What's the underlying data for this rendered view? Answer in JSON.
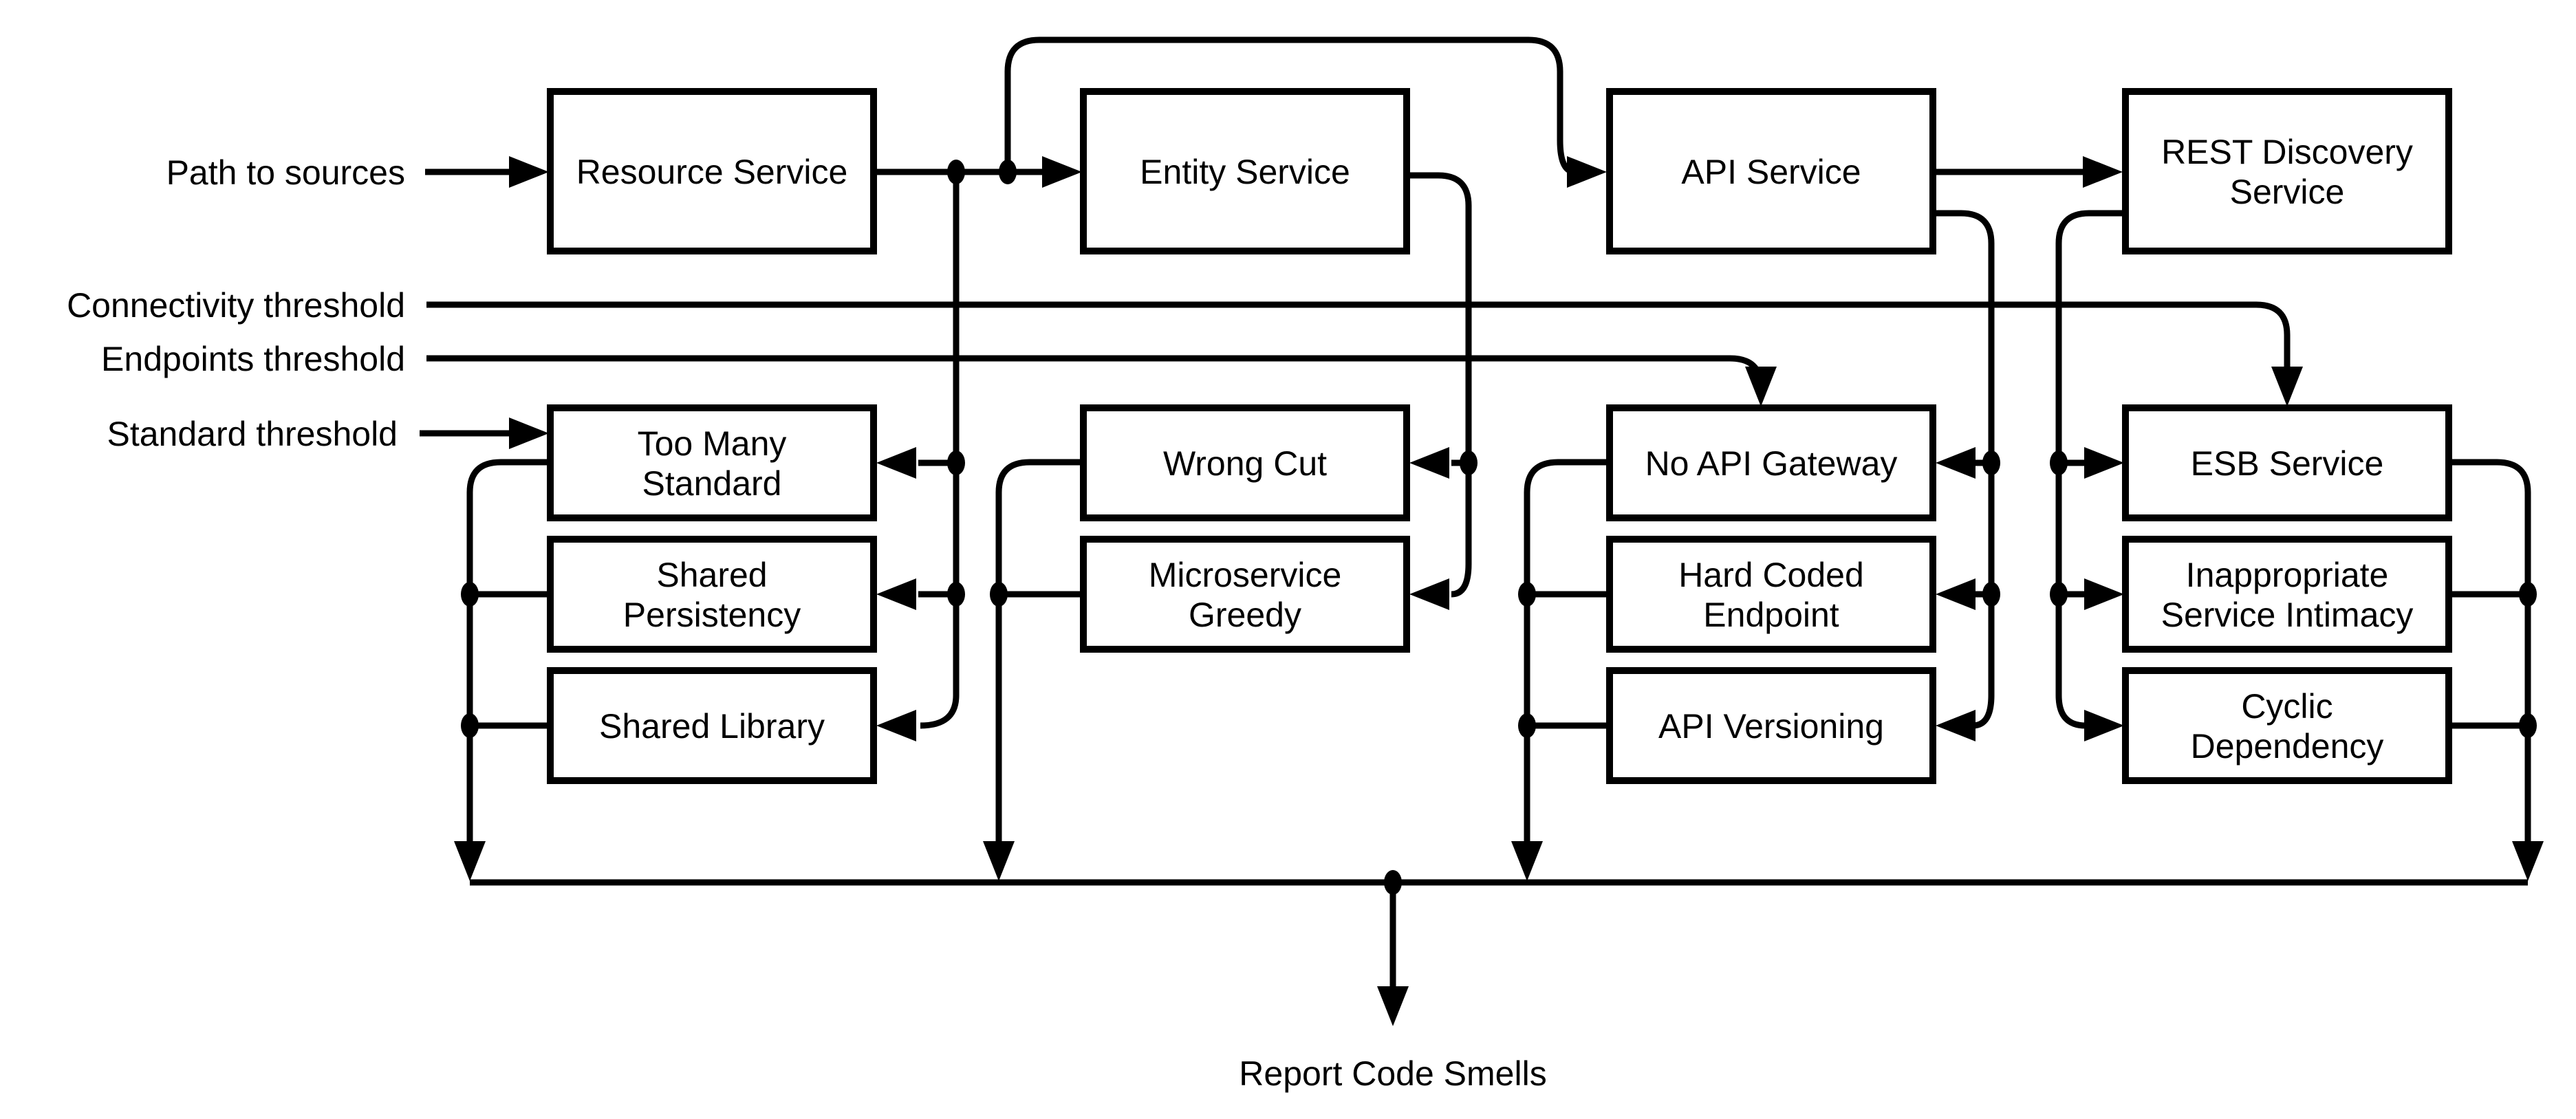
{
  "colors": {
    "line": "#000000",
    "background": "#ffffff",
    "box_fill": "#ffffff"
  },
  "inputs": {
    "path_to_sources": "Path to sources",
    "connectivity_threshold": "Connectivity threshold",
    "endpoints_threshold": "Endpoints threshold",
    "standard_threshold": "Standard threshold"
  },
  "output": {
    "report": "Report Code Smells"
  },
  "services": {
    "resource": "Resource Service",
    "entity": "Entity Service",
    "api": "API Service",
    "rest_line1": "REST Discovery",
    "rest_line2": "Service"
  },
  "smells": {
    "too_many_1": "Too Many",
    "too_many_2": "Standard",
    "shared_persistency_1": "Shared",
    "shared_persistency_2": "Persistency",
    "shared_library": "Shared Library",
    "wrong_cut": "Wrong Cut",
    "microservice_greedy_1": "Microservice",
    "microservice_greedy_2": "Greedy",
    "no_api_gateway": "No API Gateway",
    "hard_coded_1": "Hard Coded",
    "hard_coded_2": "Endpoint",
    "api_versioning": "API Versioning",
    "esb": "ESB Service",
    "isi_1": "Inappropriate",
    "isi_2": "Service Intimacy",
    "cyclic_1": "Cyclic",
    "cyclic_2": "Dependency"
  },
  "edges": [
    {
      "from": "Path to sources",
      "to": "Resource Service"
    },
    {
      "from": "Resource Service",
      "to": "Entity Service"
    },
    {
      "from": "Resource Service",
      "to": "API Service"
    },
    {
      "from": "Resource Service",
      "to": "Too Many Standard"
    },
    {
      "from": "Resource Service",
      "to": "Shared Persistency"
    },
    {
      "from": "Resource Service",
      "to": "Shared Library"
    },
    {
      "from": "Entity Service",
      "to": "Wrong Cut"
    },
    {
      "from": "Entity Service",
      "to": "Microservice Greedy"
    },
    {
      "from": "API Service",
      "to": "REST Discovery Service"
    },
    {
      "from": "API Service",
      "to": "No API Gateway"
    },
    {
      "from": "API Service",
      "to": "Hard Coded Endpoint"
    },
    {
      "from": "API Service",
      "to": "API Versioning"
    },
    {
      "from": "REST Discovery Service",
      "to": "ESB Service"
    },
    {
      "from": "REST Discovery Service",
      "to": "Inappropriate Service Intimacy"
    },
    {
      "from": "REST Discovery Service",
      "to": "Cyclic Dependency"
    },
    {
      "from": "Standard threshold",
      "to": "Too Many Standard"
    },
    {
      "from": "Endpoints threshold",
      "to": "No API Gateway"
    },
    {
      "from": "Connectivity threshold",
      "to": "ESB Service"
    },
    {
      "from": "All code smell detectors",
      "to": "Report Code Smells"
    }
  ]
}
